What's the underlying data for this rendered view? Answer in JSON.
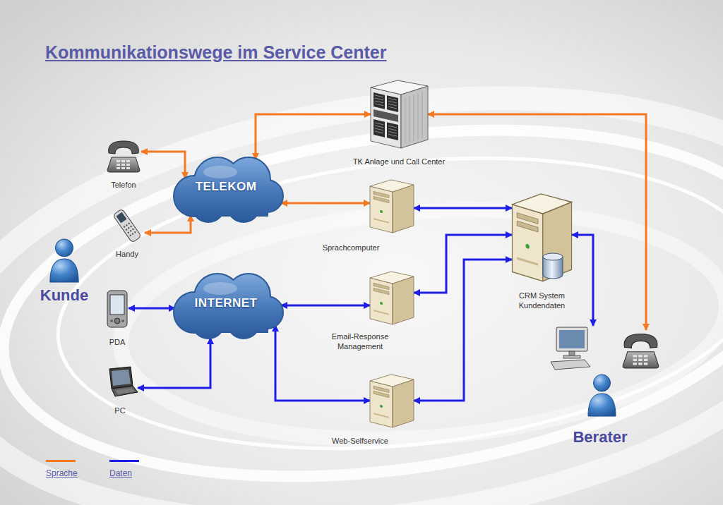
{
  "diagram": {
    "title": "Kommunikationswege im Service Center",
    "nodes": [
      {
        "text": [
          "TK Anlage und Call Center"
        ]
      },
      {
        "text": [
          "Telefon"
        ]
      },
      {
        "text": [
          "TELEKOM"
        ]
      },
      {
        "text": [
          "Sprachcomputer"
        ]
      },
      {
        "text": [
          "Handy"
        ]
      },
      {
        "text": [
          "CRM System",
          "Kundendaten"
        ]
      },
      {
        "text": [
          "Kunde"
        ]
      },
      {
        "text": [
          "PDA"
        ]
      },
      {
        "text": [
          "INTERNET"
        ]
      },
      {
        "text": [
          "Email-Response Management"
        ]
      },
      {
        "text": [
          "PC"
        ]
      },
      {
        "text": [
          "Web-Selfservice"
        ]
      },
      {
        "text": [
          "Berater"
        ]
      }
    ],
    "edges": [
      {
        "from": 1,
        "to": 2,
        "arrow": "both"
      },
      {
        "from": 4,
        "to": 2,
        "arrow": "both"
      },
      {
        "from": 2,
        "to": 0,
        "arrow": "both"
      },
      {
        "from": 2,
        "to": 3,
        "arrow": "both"
      },
      {
        "from": 0,
        "to": 12,
        "arrow": "both"
      },
      {
        "from": 3,
        "to": 5,
        "arrow": "both"
      },
      {
        "from": 7,
        "to": 8,
        "arrow": "both"
      },
      {
        "from": 10,
        "to": 8,
        "arrow": "both"
      },
      {
        "from": 8,
        "to": 9,
        "arrow": "both"
      },
      {
        "from": 8,
        "to": 11,
        "arrow": "both"
      },
      {
        "from": 9,
        "to": 5,
        "arrow": "both"
      },
      {
        "from": 11,
        "to": 5,
        "arrow": "both"
      },
      {
        "from": 5,
        "to": 12,
        "arrow": "both"
      }
    ],
    "legend": [
      {
        "text": "Sprache",
        "color": "#f47920"
      },
      {
        "text": "Daten",
        "color": "#1e1ee6"
      }
    ]
  }
}
